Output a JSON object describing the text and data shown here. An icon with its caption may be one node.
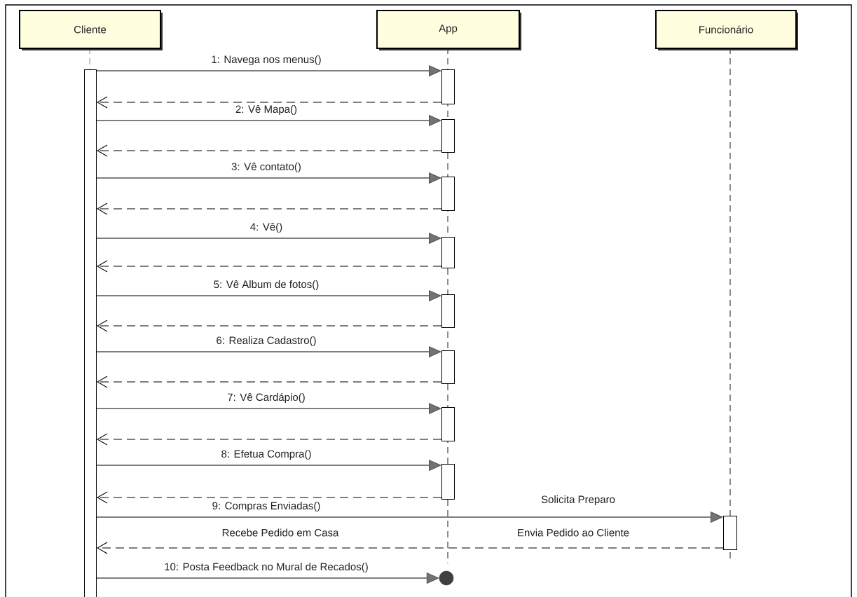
{
  "diagram": {
    "nodes": [
      {
        "text": [
          "Cliente"
        ]
      },
      {
        "text": [
          "App"
        ]
      },
      {
        "text": [
          "Funcionário"
        ]
      },
      {
        "text": [],
        "shape": "bar"
      },
      {
        "text": [],
        "shape": "bar"
      },
      {
        "text": [],
        "shape": "bar"
      },
      {
        "text": [],
        "shape": "bar"
      },
      {
        "text": [],
        "shape": "bar"
      },
      {
        "text": [],
        "shape": "bar"
      },
      {
        "text": [],
        "shape": "bar"
      },
      {
        "text": [],
        "shape": "bar"
      },
      {
        "text": [],
        "shape": "bar"
      },
      {
        "text": [],
        "shape": "bar"
      },
      {
        "text": [],
        "shape": "circle"
      }
    ],
    "edges": [
      {
        "from": 3,
        "to": 4,
        "arrow": "to",
        "label": "1: Navega nos menus()"
      },
      {
        "from": 4,
        "to": 3,
        "arrow": "to",
        "style": "dashed"
      },
      {
        "from": 3,
        "to": 5,
        "arrow": "to",
        "label": "2: Vê Mapa()"
      },
      {
        "from": 5,
        "to": 3,
        "arrow": "to",
        "style": "dashed"
      },
      {
        "from": 3,
        "to": 6,
        "arrow": "to",
        "label": "3: Vê contato()"
      },
      {
        "from": 6,
        "to": 3,
        "arrow": "to",
        "style": "dashed"
      },
      {
        "from": 3,
        "to": 7,
        "arrow": "to",
        "label": "4: Vê()"
      },
      {
        "from": 7,
        "to": 3,
        "arrow": "to",
        "style": "dashed"
      },
      {
        "from": 3,
        "to": 8,
        "arrow": "to",
        "label": "5: Vê Album de fotos()"
      },
      {
        "from": 8,
        "to": 3,
        "arrow": "to",
        "style": "dashed"
      },
      {
        "from": 3,
        "to": 9,
        "arrow": "to",
        "label": "6: Realiza Cadastro()"
      },
      {
        "from": 9,
        "to": 3,
        "arrow": "to",
        "style": "dashed"
      },
      {
        "from": 3,
        "to": 10,
        "arrow": "to",
        "label": "7: Vê Cardápio()"
      },
      {
        "from": 10,
        "to": 3,
        "arrow": "to",
        "style": "dashed"
      },
      {
        "from": 3,
        "to": 11,
        "arrow": "to",
        "label": "8: Efetua Compra()"
      },
      {
        "from": 11,
        "to": 3,
        "arrow": "to",
        "style": "dashed"
      },
      {
        "from": 3,
        "to": 12,
        "arrow": "to",
        "label": "9: Compras Enviadas()"
      },
      {
        "from": 12,
        "to": 3,
        "arrow": "to",
        "style": "dashed",
        "label": "Recebe Pedido em Casa"
      },
      {
        "from": 3,
        "to": 13,
        "arrow": "to",
        "label": "10: Posta Feedback no Mural de Recados()"
      }
    ],
    "labels": [
      "Solicita Preparo",
      "Envia Pedido ao Cliente"
    ]
  }
}
